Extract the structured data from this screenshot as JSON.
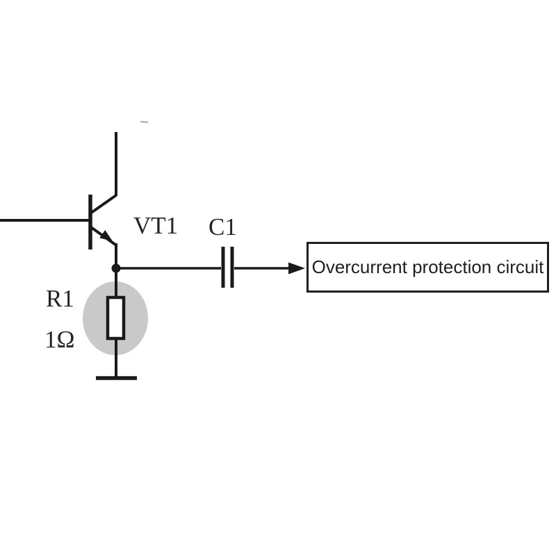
{
  "colors": {
    "line_color": "#1a1a1a",
    "highlight_color": "#c9c9c9",
    "faint_color": "#b5b5b5",
    "box_border_color": "#1f1f1f",
    "label_color": "#242424"
  },
  "labels": {
    "transistor": "VT1",
    "capacitor": "C1",
    "resistor_name": "R1",
    "resistor_value": "1Ω"
  },
  "box": {
    "label": "Overcurrent protection circuit"
  }
}
